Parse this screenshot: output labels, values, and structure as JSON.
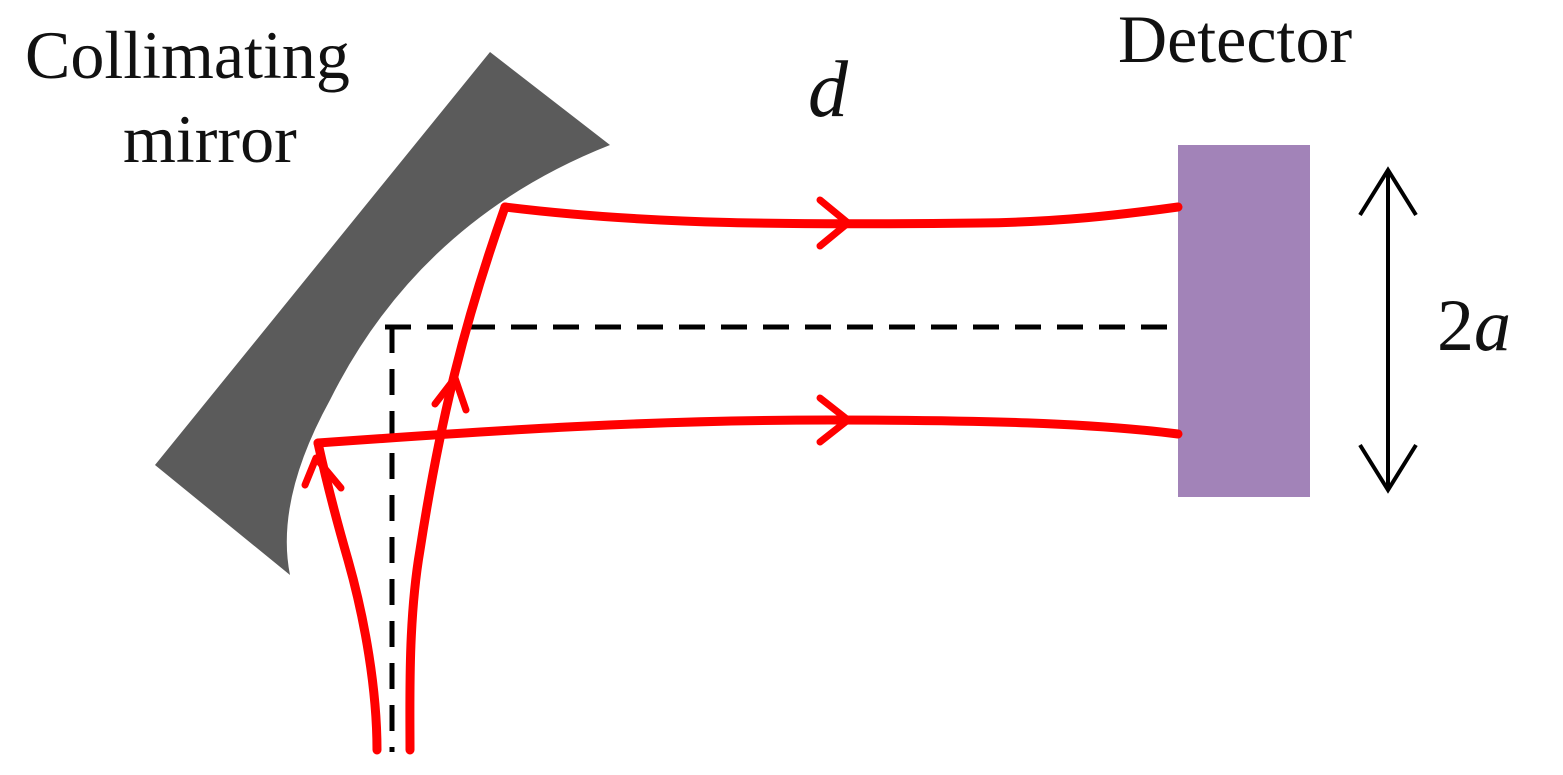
{
  "labels": {
    "mirror_line1": "Collimating",
    "mirror_line2": "mirror",
    "detector": "Detector",
    "distance": "d",
    "aperture_number": "2",
    "aperture_symbol": "a"
  },
  "colors": {
    "mirror": "#5b5b5b",
    "detector": "#a283b8",
    "beam": "#ff0000",
    "axis": "#000000",
    "text": "#111111"
  }
}
